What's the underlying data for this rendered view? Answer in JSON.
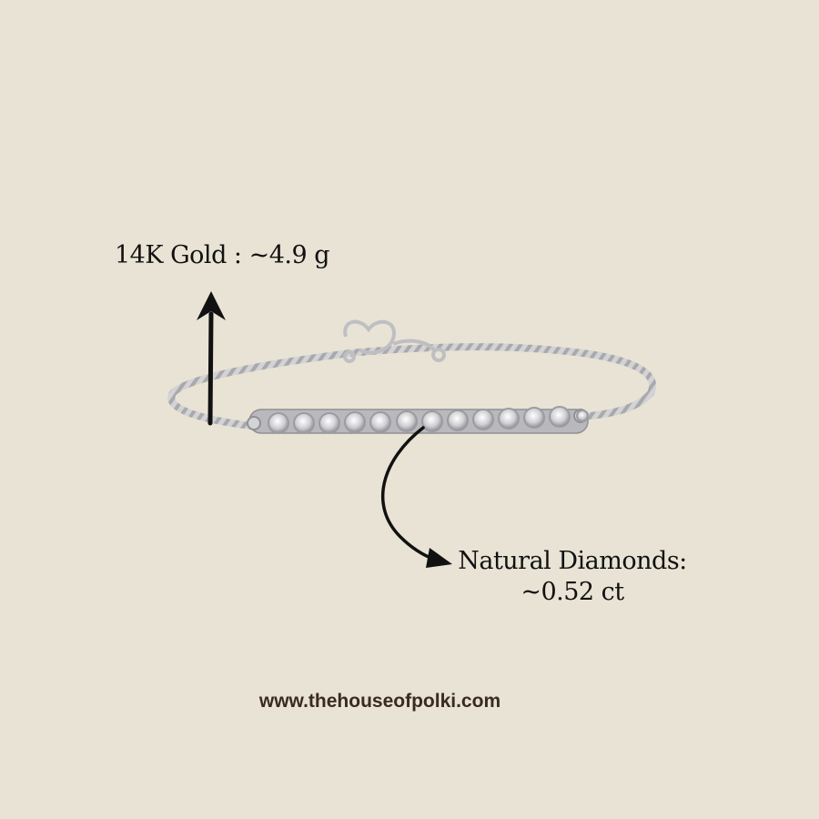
{
  "product": {
    "icon": "bracelet-icon",
    "metal_color": "#c9c9cb",
    "diamond_count": 13
  },
  "annotations": {
    "gold": {
      "text": "14K Gold : ~4.9 g"
    },
    "diamonds": {
      "line1": "Natural Diamonds:",
      "line2": "~0.52 ct"
    }
  },
  "footer": {
    "website": "www.thehouseofpolki.com"
  },
  "colors": {
    "background": "#e8e3d4",
    "text": "#111111",
    "website_text": "#3a2a22"
  }
}
